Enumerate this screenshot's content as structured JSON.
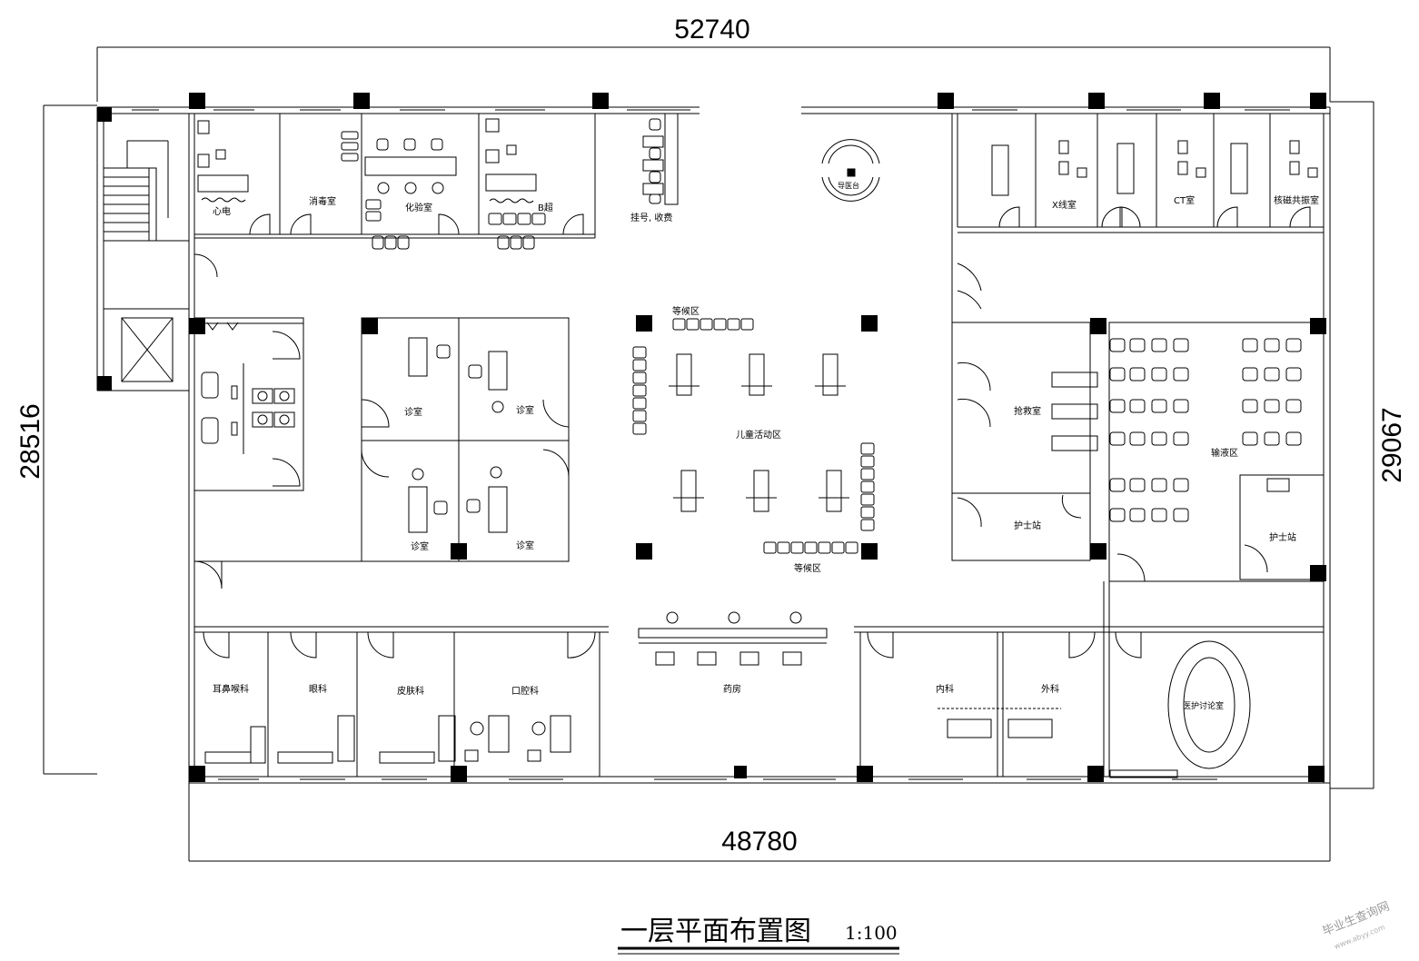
{
  "dimensions": {
    "top": "52740",
    "bottom": "48780",
    "left": "28516",
    "right": "29067"
  },
  "title": {
    "main": "一层平面布置图",
    "scale": "1:100"
  },
  "watermark": {
    "main": "毕业生查询网",
    "url": "www.abyy.com"
  },
  "rooms": {
    "ecg": "心电",
    "disinfection": "消毒室",
    "lab": "化验室",
    "bultrasound": "B超",
    "registration": "挂号, 收费",
    "guide_desk": "导医台",
    "xray": "X线室",
    "ct": "CT室",
    "mri": "核磁共振室",
    "waiting_top": "等候区",
    "waiting_bottom": "等候区",
    "kids_area": "儿童活动区",
    "exam1": "诊室",
    "exam2": "诊室",
    "exam3": "诊室",
    "exam4": "诊室",
    "emergency": "抢救室",
    "nurse_station_left": "护士站",
    "nurse_station_right": "护士站",
    "infusion": "输液区",
    "ent": "耳鼻喉科",
    "ophthalmology": "眼科",
    "dermatology": "皮肤科",
    "dental": "口腔科",
    "pharmacy": "药房",
    "internal": "内科",
    "surgery": "外科",
    "meeting": "医护讨论室"
  }
}
